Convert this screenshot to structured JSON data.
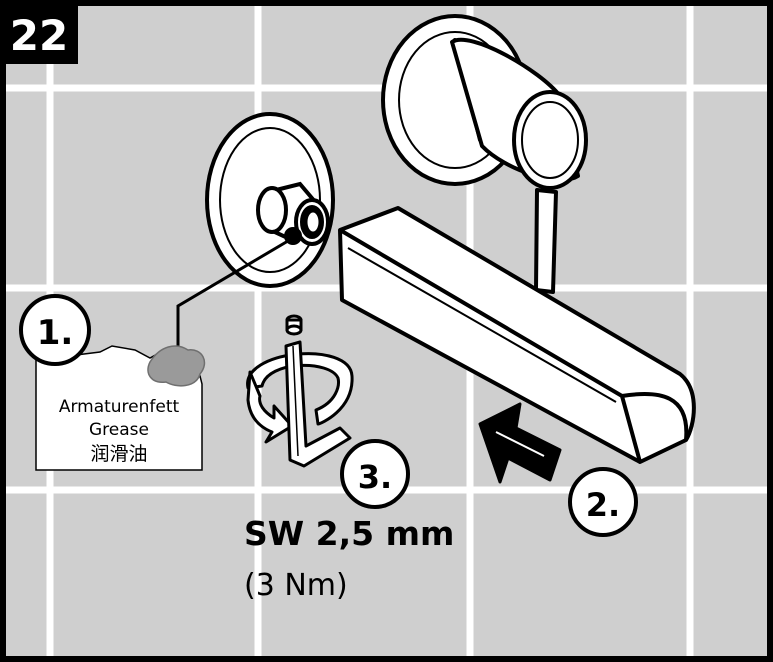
{
  "step_number": "22",
  "steps": {
    "step1": "1.",
    "step2": "2.",
    "step3": "3."
  },
  "grease_label": {
    "line1": "Armaturenfett",
    "line2": "Grease",
    "line3": "润滑油"
  },
  "tool": {
    "size": "SW 2,5 mm",
    "torque": "(3 Nm)"
  },
  "colors": {
    "tile": "#cfcfcf",
    "grout": "#ffffff",
    "ink": "#000000",
    "paper": "#ffffff",
    "grease": "#9a9a9a"
  }
}
